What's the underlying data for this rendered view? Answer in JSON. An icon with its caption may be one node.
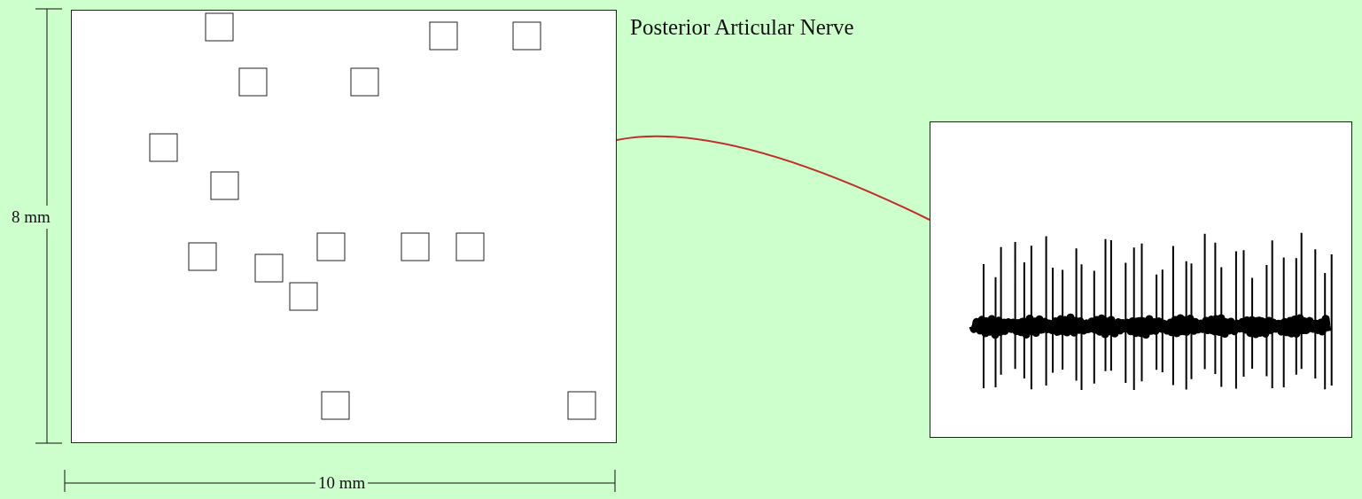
{
  "diagram": {
    "nodes": [
      {
        "text": [],
        "shape": "box"
      },
      {
        "text": [],
        "shape": "picture"
      }
    ],
    "edges": [
      {
        "from": 0,
        "to": 1,
        "arrow": "none",
        "color": "#c0302c"
      }
    ],
    "labels": [
      "Posterior Articular Nerve",
      "8 mm",
      "10 mm"
    ]
  }
}
